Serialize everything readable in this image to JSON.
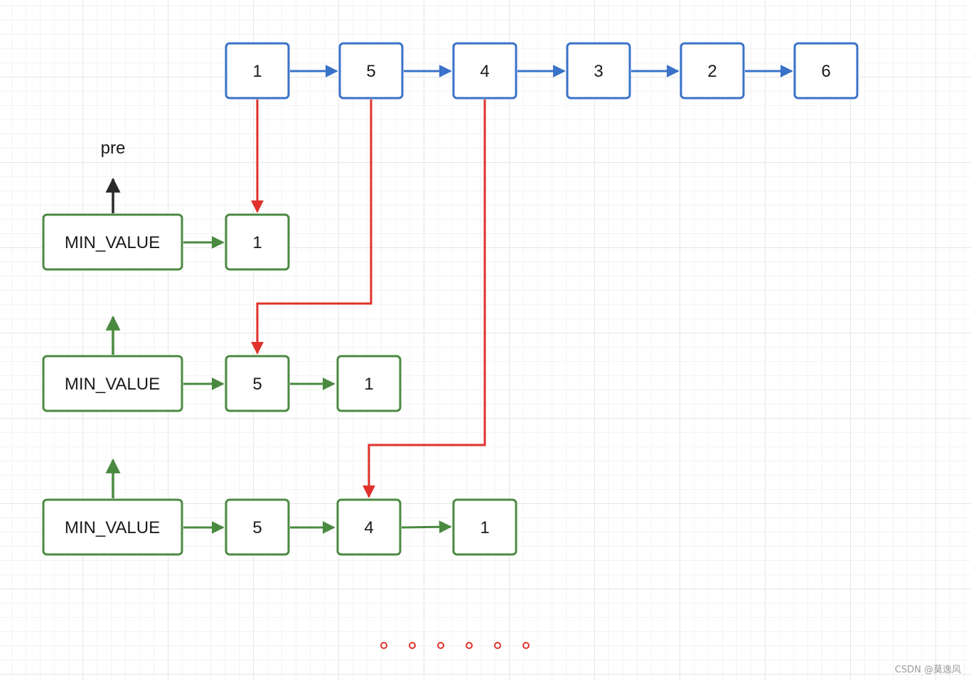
{
  "colors": {
    "blue": "#3a72c9",
    "green": "#4a8a40",
    "red": "#e0312a",
    "dark": "#2a2a2a"
  },
  "diagram": {
    "top_list": {
      "nodes": [
        "1",
        "5",
        "4",
        "3",
        "2",
        "6"
      ]
    },
    "pre_label": "pre",
    "rows": [
      {
        "head": "MIN_VALUE",
        "nodes": [
          "1"
        ]
      },
      {
        "head": "MIN_VALUE",
        "nodes": [
          "5",
          "1"
        ]
      },
      {
        "head": "MIN_VALUE",
        "nodes": [
          "5",
          "4",
          "1"
        ]
      }
    ],
    "ellipsis_count": 6
  },
  "watermark": "CSDN @莫逸风"
}
